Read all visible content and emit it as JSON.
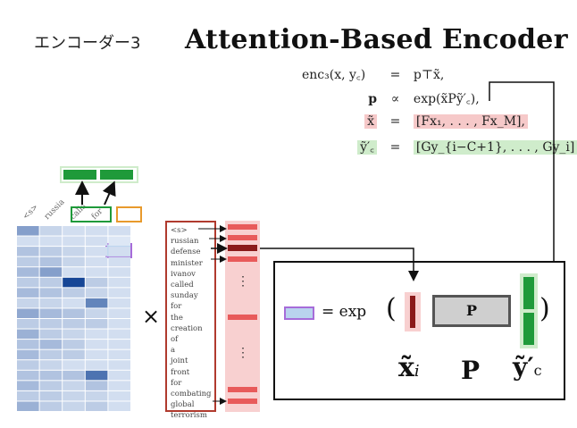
{
  "header": {
    "jp_title": "エンコーダー3",
    "main_title": "Attention-Based Encoder"
  },
  "equations": {
    "line1": {
      "lhs": "enc₃(x, y꜀)",
      "op": "=",
      "rhs": "p⊤x̃,"
    },
    "line2": {
      "lhs": "p",
      "op": "∝",
      "rhs": "exp(x̃Pỹ′꜀),"
    },
    "line3": {
      "lhs": "x̃",
      "op": "=",
      "rhs": "[Fx₁, . . . , Fx_M],"
    },
    "line4": {
      "lhs": "ỹ′꜀",
      "op": "=",
      "rhs": "[Gy_{i−C+1}, . . . , Gy_i]"
    }
  },
  "context_labels": [
    "<s>",
    "russia",
    "calls",
    "for"
  ],
  "input_tokens": [
    "<s>",
    "russian",
    "defense",
    "minister",
    "ivanov",
    "called",
    "sunday",
    "for",
    "the",
    "creation",
    "of",
    "a",
    "joint",
    "front",
    "for",
    "combating",
    "global",
    "terrorism"
  ],
  "multiply_symbol": "×",
  "ellipsis": "⋮",
  "detail": {
    "equals_exp": "= exp",
    "open_paren": "(",
    "close_paren": ")",
    "matrix_label": "P",
    "labels": {
      "x": "x̃",
      "x_sub": "i",
      "p": "P",
      "y": "ỹ′",
      "y_sub": "c"
    }
  },
  "colors": {
    "green": "#1f9a3a",
    "dark_red": "#8b1a1a",
    "red": "#e85a5a",
    "light_red": "#f8d0d0",
    "orange": "#e89a2c",
    "purple": "#a66cd9",
    "light_blue": "#b9d3ee",
    "heat_dark": "#0b3d91"
  },
  "heatmap": {
    "rows": 18,
    "cols": 5,
    "levels": [
      [
        0.45,
        0.15,
        0.1,
        0.1,
        0.1
      ],
      [
        0.1,
        0.1,
        0.1,
        0.1,
        0.05
      ],
      [
        0.25,
        0.2,
        0.15,
        0.1,
        0.1
      ],
      [
        0.2,
        0.25,
        0.15,
        0.1,
        0.1
      ],
      [
        0.3,
        0.45,
        0.1,
        0.1,
        0.1
      ],
      [
        0.2,
        0.2,
        0.95,
        0.2,
        0.1
      ],
      [
        0.3,
        0.25,
        0.2,
        0.15,
        0.1
      ],
      [
        0.15,
        0.15,
        0.1,
        0.6,
        0.1
      ],
      [
        0.4,
        0.3,
        0.25,
        0.15,
        0.1
      ],
      [
        0.2,
        0.2,
        0.2,
        0.2,
        0.1
      ],
      [
        0.35,
        0.2,
        0.15,
        0.1,
        0.1
      ],
      [
        0.25,
        0.3,
        0.2,
        0.1,
        0.1
      ],
      [
        0.3,
        0.2,
        0.2,
        0.1,
        0.1
      ],
      [
        0.2,
        0.15,
        0.1,
        0.1,
        0.1
      ],
      [
        0.25,
        0.25,
        0.25,
        0.7,
        0.1
      ],
      [
        0.3,
        0.2,
        0.15,
        0.25,
        0.1
      ],
      [
        0.2,
        0.2,
        0.15,
        0.15,
        0.1
      ],
      [
        0.35,
        0.2,
        0.15,
        0.2,
        0.1
      ]
    ]
  }
}
